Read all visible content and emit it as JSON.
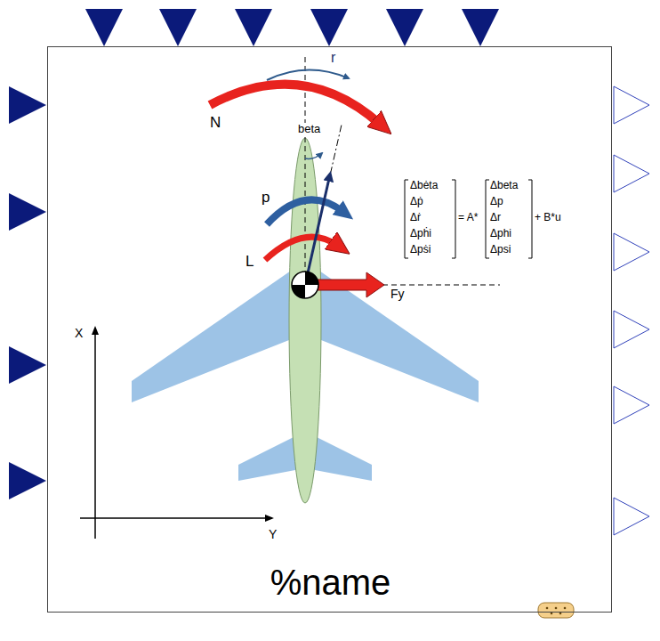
{
  "diagram": {
    "nodes": [
      {
        "text": [
          "%name"
        ]
      }
    ],
    "labels": [
      "r",
      "N",
      "beta",
      "p",
      "L",
      "Fy",
      "Δbėta",
      "Δṗ",
      "Δṙ",
      "Δpḣi",
      "Δpṡi",
      "= A*",
      "Δbeta",
      "Δp",
      "Δr",
      "Δphi",
      "Δpsi",
      "+ B*u",
      "X",
      "Y"
    ]
  }
}
